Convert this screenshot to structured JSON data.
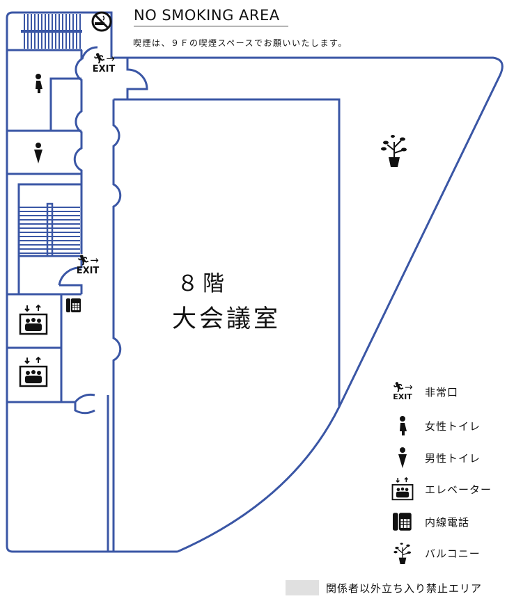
{
  "header": {
    "title": "NO SMOKING AREA",
    "notice": "喫煙は、９Ｆの喫煙スペースでお願いいたします。"
  },
  "room": {
    "floor": "８階",
    "name": "大会議室"
  },
  "exit_label": "EXIT",
  "legend": [
    {
      "icon": "exit-icon",
      "label": "非常口"
    },
    {
      "icon": "female-toilet-icon",
      "label": "女性トイレ"
    },
    {
      "icon": "male-toilet-icon",
      "label": "男性トイレ"
    },
    {
      "icon": "elevator-icon",
      "label": "エレベーター"
    },
    {
      "icon": "phone-icon",
      "label": "内線電話"
    },
    {
      "icon": "plant-icon",
      "label": "バルコニー"
    }
  ],
  "restricted": {
    "label": "関係者以外立ち入り禁止エリア",
    "color": "#e0e0e0"
  },
  "colors": {
    "wall": "#3a56a5",
    "icon": "#111111"
  }
}
